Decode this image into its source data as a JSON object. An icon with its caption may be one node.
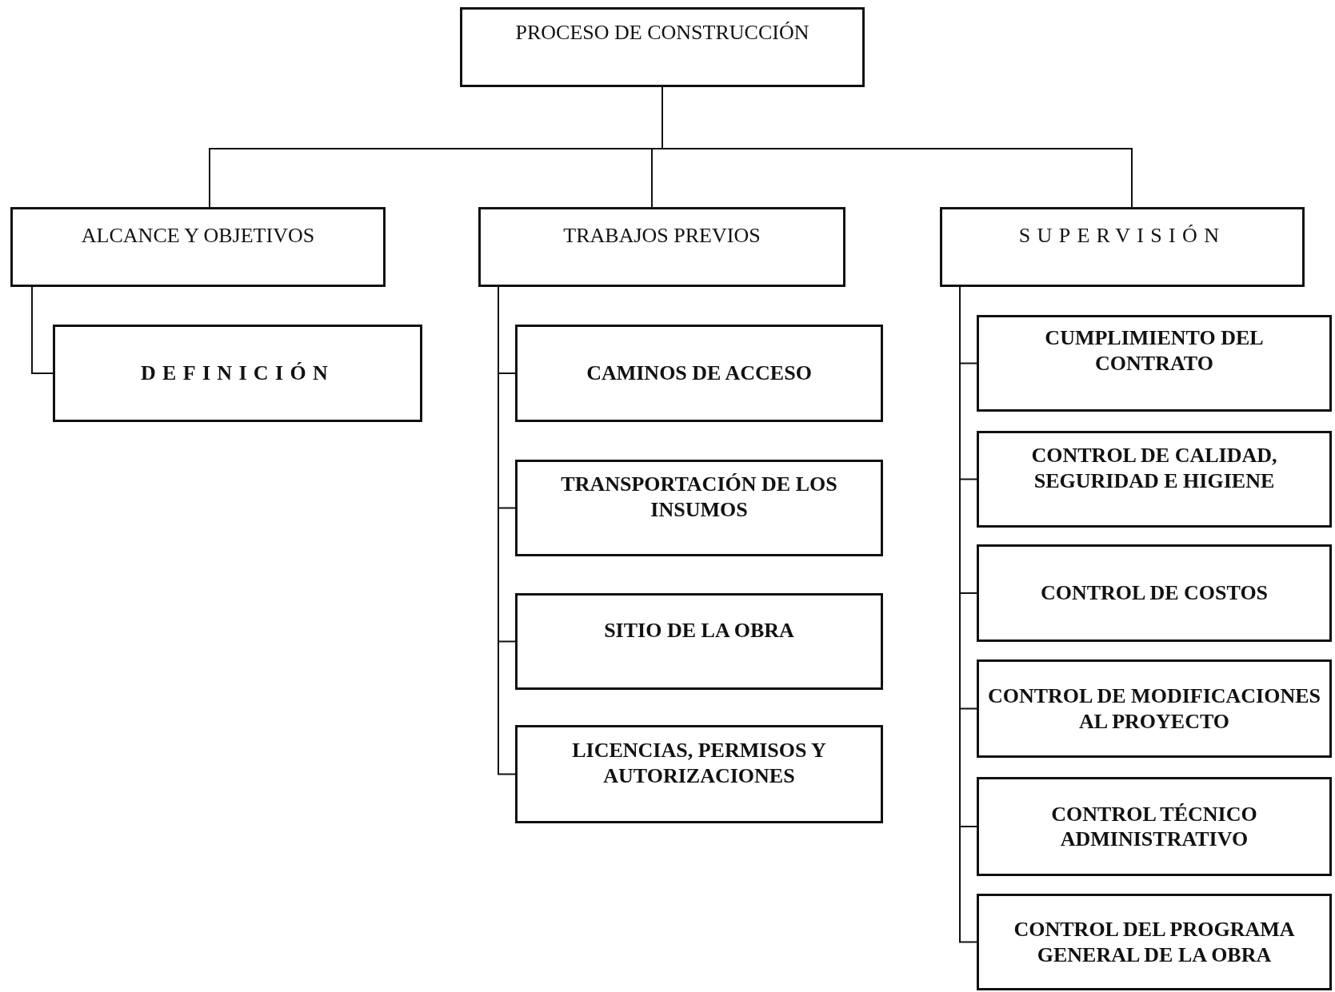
{
  "diagram": {
    "nodes": [
      {
        "text": [
          "PROCESO DE CONSTRUCCIÓN"
        ]
      },
      {
        "text": [
          "ALCANCE Y OBJETIVOS"
        ]
      },
      {
        "text": [
          "TRABAJOS PREVIOS"
        ]
      },
      {
        "text": [
          "SUPERVISIÓN"
        ]
      },
      {
        "text": [
          "DEFINICIÓN"
        ]
      },
      {
        "text": [
          "CAMINOS DE ACCESO"
        ]
      },
      {
        "text": [
          "TRANSPORTACIÓN DE LOS INSUMOS"
        ]
      },
      {
        "text": [
          "SITIO DE LA OBRA"
        ]
      },
      {
        "text": [
          "LICENCIAS, PERMISOS Y AUTORIZACIONES"
        ]
      },
      {
        "text": [
          "CUMPLIMIENTO DEL CONTRATO"
        ]
      },
      {
        "text": [
          "CONTROL DE CALIDAD, SEGURIDAD E HIGIENE"
        ]
      },
      {
        "text": [
          "CONTROL DE COSTOS"
        ]
      },
      {
        "text": [
          "CONTROL DE MODIFICACIONES AL PROYECTO"
        ]
      },
      {
        "text": [
          "CONTROL TÉCNICO ADMINISTRATIVO"
        ]
      },
      {
        "text": [
          "CONTROL DEL PROGRAMA GENERAL DE LA OBRA"
        ]
      }
    ],
    "edges": [
      {
        "from": 0,
        "to": 1,
        "arrow": "none"
      },
      {
        "from": 0,
        "to": 2,
        "arrow": "none"
      },
      {
        "from": 0,
        "to": 3,
        "arrow": "none"
      },
      {
        "from": 1,
        "to": 4,
        "arrow": "none"
      },
      {
        "from": 2,
        "to": 5,
        "arrow": "none"
      },
      {
        "from": 2,
        "to": 6,
        "arrow": "none"
      },
      {
        "from": 2,
        "to": 7,
        "arrow": "none"
      },
      {
        "from": 2,
        "to": 8,
        "arrow": "none"
      },
      {
        "from": 3,
        "to": 9,
        "arrow": "none"
      },
      {
        "from": 3,
        "to": 10,
        "arrow": "none"
      },
      {
        "from": 3,
        "to": 11,
        "arrow": "none"
      },
      {
        "from": 3,
        "to": 12,
        "arrow": "none"
      },
      {
        "from": 3,
        "to": 13,
        "arrow": "none"
      },
      {
        "from": 3,
        "to": 14,
        "arrow": "none"
      }
    ]
  }
}
